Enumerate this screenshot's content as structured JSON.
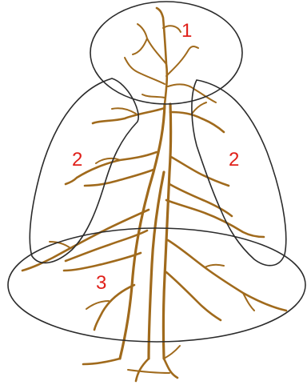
{
  "diagram": {
    "tree_color": "#a06a1c",
    "zone_outline_color": "#2b2b2b",
    "label_color": "#e0201a",
    "zones": [
      {
        "id": "crown",
        "label": "1"
      },
      {
        "id": "left-side",
        "label": "2"
      },
      {
        "id": "right-side",
        "label": "2"
      },
      {
        "id": "lower",
        "label": "3"
      }
    ]
  }
}
